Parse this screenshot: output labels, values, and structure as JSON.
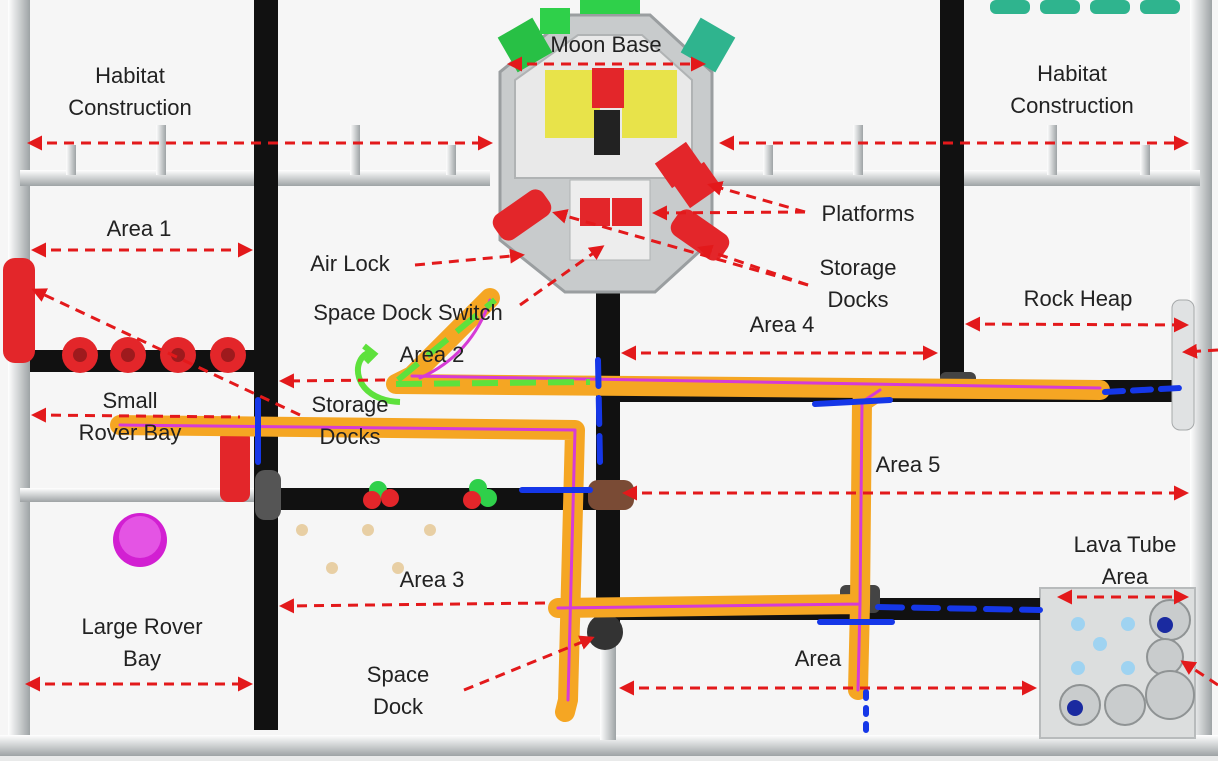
{
  "labels": {
    "moon_base": "Moon Base",
    "habitat_left_1": "Habitat",
    "habitat_left_2": "Construction",
    "habitat_right_1": "Habitat",
    "habitat_right_2": "Construction",
    "area1": "Area 1",
    "air_lock": "Air Lock",
    "platforms": "Platforms",
    "storage_docks_right_1": "Storage",
    "storage_docks_right_2": "Docks",
    "space_dock_switch": "Space Dock Switch",
    "area2": "Area 2",
    "area4": "Area 4",
    "rock_heap": "Rock Heap",
    "small_rover_bay_1": "Small",
    "small_rover_bay_2": "Rover Bay",
    "storage_docks_left_1": "Storage",
    "storage_docks_left_2": "Docks",
    "area5": "Area 5",
    "lava_tube_1": "Lava Tube",
    "lava_tube_2": "Area",
    "area3": "Area 3",
    "large_rover_bay_1": "Large Rover",
    "large_rover_bay_2": "Bay",
    "space_dock_1": "Space",
    "space_dock_2": "Dock",
    "area6": "Area"
  },
  "colors": {
    "mat": "#f6f6f6",
    "line": "#111111",
    "pipe": "#cfd2d3",
    "arrow": "#e3191b",
    "path_orange": "#f5a623",
    "path_magenta": "#d63bd6",
    "marker_blue": "#1537e8",
    "marker_green": "#5ee13c",
    "red_part": "#e3262a",
    "yellow_part": "#e8e34a",
    "teal_part": "#2fb48e",
    "magenta_disc": "#d21fd2"
  }
}
